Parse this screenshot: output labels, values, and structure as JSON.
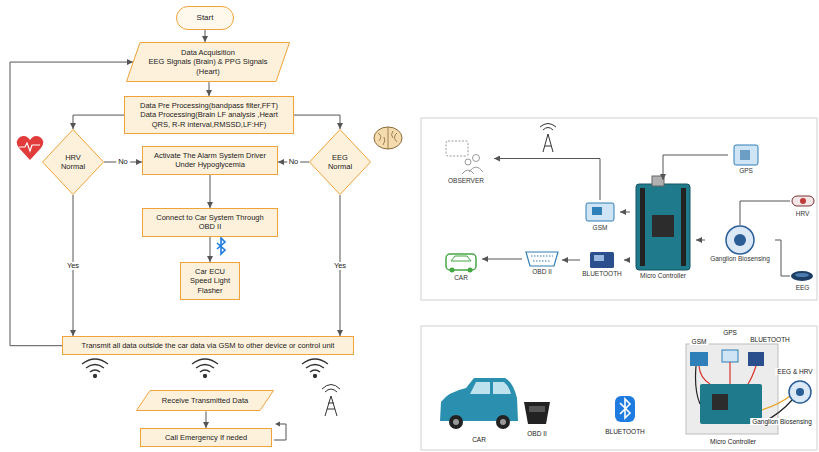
{
  "diagram": {
    "nodes": [
      {
        "text": [
          "Start"
        ]
      },
      {
        "text": [
          "Data Acquisition",
          "EEG Signals (Brain) & PPG Signals (Heart)"
        ]
      },
      {
        "text": [
          "Data Pre Processing(bandpass filter,FFT)",
          "Data Processing(Brain LF analysis ,Heart QRS, R-R interval,RMSSD,LF:HF)"
        ]
      },
      {
        "text": [
          "HRV Normal"
        ]
      },
      {
        "text": [
          "EEG Normal"
        ]
      },
      {
        "text": [
          "Activate The Alarm System Driver Under Hypoglycemia"
        ]
      },
      {
        "text": [
          "Connect to Car System Through OBD II"
        ]
      },
      {
        "text": [
          "Car ECU Speed Light Flasher"
        ]
      },
      {
        "text": [
          "Transmit all data outside the car data via GSM to other device or control unit"
        ]
      },
      {
        "text": [
          "Receive Transmitted Data"
        ]
      },
      {
        "text": [
          "Call Emergency If neded"
        ]
      },
      {
        "text": [
          "OBSERVER"
        ]
      },
      {
        "text": [
          "GSM"
        ]
      },
      {
        "text": [
          "GPS"
        ]
      },
      {
        "text": [
          "HRV"
        ]
      },
      {
        "text": [
          "Ganglion Biosensing"
        ]
      },
      {
        "text": [
          "EEG"
        ]
      },
      {
        "text": [
          "Micro Controller"
        ]
      },
      {
        "text": [
          "BLUETOOTH"
        ]
      },
      {
        "text": [
          "OBD II"
        ]
      },
      {
        "text": [
          "CAR"
        ]
      }
    ],
    "edges": [
      {
        "from": 0,
        "to": 1,
        "arrow": "to"
      },
      {
        "from": 1,
        "to": 2,
        "arrow": "to"
      },
      {
        "from": 2,
        "to": 3,
        "arrow": "to"
      },
      {
        "from": 2,
        "to": 4,
        "arrow": "to"
      },
      {
        "from": 3,
        "to": 5,
        "label": "No",
        "arrow": "to"
      },
      {
        "from": 4,
        "to": 5,
        "label": "No",
        "arrow": "to"
      },
      {
        "from": 5,
        "to": 6,
        "arrow": "to"
      },
      {
        "from": 6,
        "to": 7,
        "arrow": "to"
      },
      {
        "from": 3,
        "to": 8,
        "label": "Yes",
        "arrow": "to"
      },
      {
        "from": 4,
        "to": 8,
        "label": "Yes",
        "arrow": "to"
      },
      {
        "from": 8,
        "to": 1,
        "arrow": "to"
      },
      {
        "from": 9,
        "to": 10,
        "arrow": "to"
      },
      {
        "from": 17,
        "to": 12,
        "arrow": "to"
      },
      {
        "from": 12,
        "to": 11,
        "arrow": "to"
      },
      {
        "from": 13,
        "to": 17,
        "arrow": "to"
      },
      {
        "from": 14,
        "to": 15,
        "arrow": "none"
      },
      {
        "from": 16,
        "to": 15,
        "arrow": "none"
      },
      {
        "from": 15,
        "to": 17,
        "arrow": "to"
      },
      {
        "from": 17,
        "to": 18,
        "arrow": "to"
      },
      {
        "from": 18,
        "to": 19,
        "arrow": "to"
      },
      {
        "from": 19,
        "to": 20,
        "arrow": "to"
      }
    ],
    "labels": [
      "CAR",
      "OBD II",
      "BLUETOOTH",
      "GPS",
      "GSM",
      "BLUETOOTH",
      "EEG & HRV",
      "Ganglion Biosensing",
      "Micro Controller"
    ]
  }
}
